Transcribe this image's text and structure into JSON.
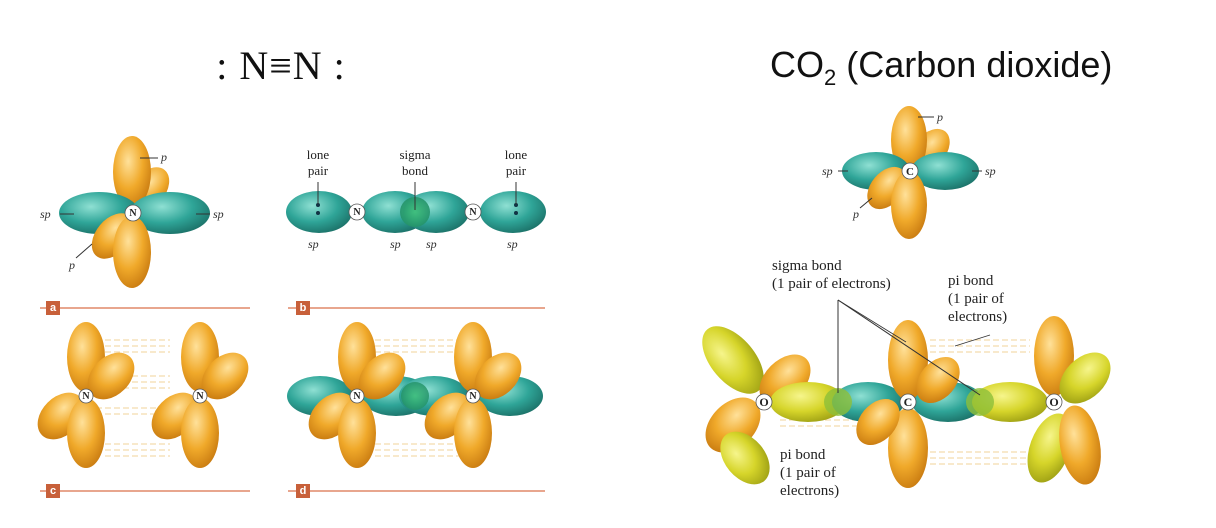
{
  "left_title": ": N≡N :",
  "right_title": {
    "prefix": "CO",
    "subscript": "2",
    "suffix": " (Carbon dioxide)"
  },
  "nitrogen": {
    "panel_a": {
      "tag": "a",
      "atom": "N",
      "labels": {
        "p_top": "p",
        "p_bottom": "p",
        "sp_left": "sp",
        "sp_right": "sp"
      }
    },
    "panel_b": {
      "tag": "b",
      "atoms": [
        "N",
        "N"
      ],
      "labels": {
        "lone_pair_left": "lone\npair",
        "sigma_bond": "sigma\nbond",
        "lone_pair_right": "lone\npair"
      },
      "sp_labels": [
        "sp",
        "sp",
        "sp",
        "sp"
      ]
    },
    "panel_c": {
      "tag": "c",
      "atoms": [
        "N",
        "N"
      ]
    },
    "panel_d": {
      "tag": "d",
      "atoms": [
        "N",
        "N"
      ]
    }
  },
  "carbon_dioxide": {
    "carbon_orbital": {
      "atom": "C",
      "labels": {
        "p_top": "p",
        "p_bottom": "p",
        "sp_left": "sp",
        "sp_right": "sp"
      }
    },
    "molecule": {
      "atoms": [
        "O",
        "C",
        "O"
      ],
      "sigma_bond": "sigma bond\n(1 pair of electrons)",
      "pi_bond_top": "pi bond\n(1 pair of\nelectrons)",
      "pi_bond_bottom": "pi bond\n(1 pair of\nelectrons)"
    }
  },
  "colors": {
    "p_orbital": "#f0a92a",
    "sp_orbital": "#2fa598",
    "o_orbital": "#d6d52a",
    "rule": "#d9704a"
  }
}
